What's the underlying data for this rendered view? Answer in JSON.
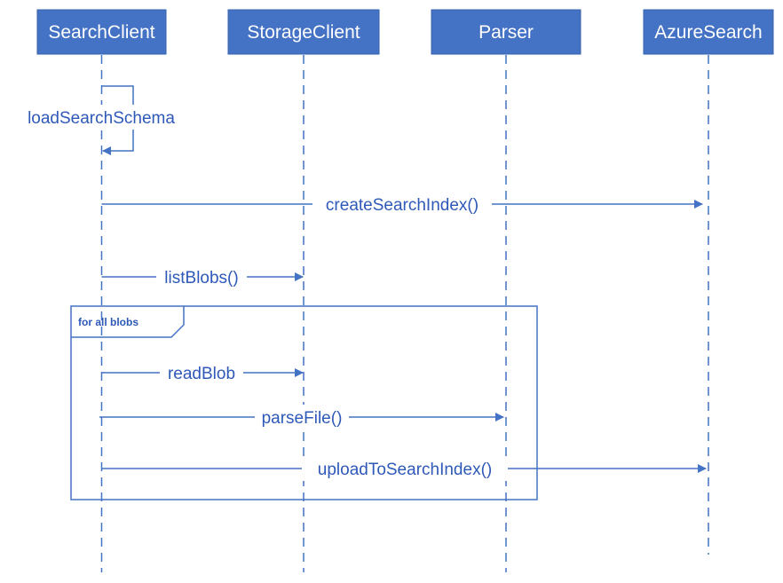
{
  "colors": {
    "header_fill": "#4472c4",
    "header_border": "#3a63ad",
    "line": "#4472c4",
    "label": "#2e59b8",
    "header_text": "#ffffff"
  },
  "participants": [
    {
      "id": "search-client",
      "label": "SearchClient"
    },
    {
      "id": "storage-client",
      "label": "StorageClient"
    },
    {
      "id": "parser",
      "label": "Parser"
    },
    {
      "id": "azure-search",
      "label": "AzureSearch"
    }
  ],
  "self_call": {
    "label": "loadSearchSchema",
    "participant": "search-client"
  },
  "messages": [
    {
      "id": "create-search-index",
      "label": "createSearchIndex()",
      "from": "search-client",
      "to": "azure-search"
    },
    {
      "id": "list-blobs",
      "label": "listBlobs()",
      "from": "search-client",
      "to": "storage-client"
    },
    {
      "id": "read-blob",
      "label": "readBlob",
      "from": "search-client",
      "to": "storage-client"
    },
    {
      "id": "parse-file",
      "label": "parseFile()",
      "from": "search-client",
      "to": "parser"
    },
    {
      "id": "upload-to-search-index",
      "label": "uploadToSearchIndex()",
      "from": "search-client",
      "to": "azure-search"
    }
  ],
  "loop_frame": {
    "label": "for all blobs"
  }
}
